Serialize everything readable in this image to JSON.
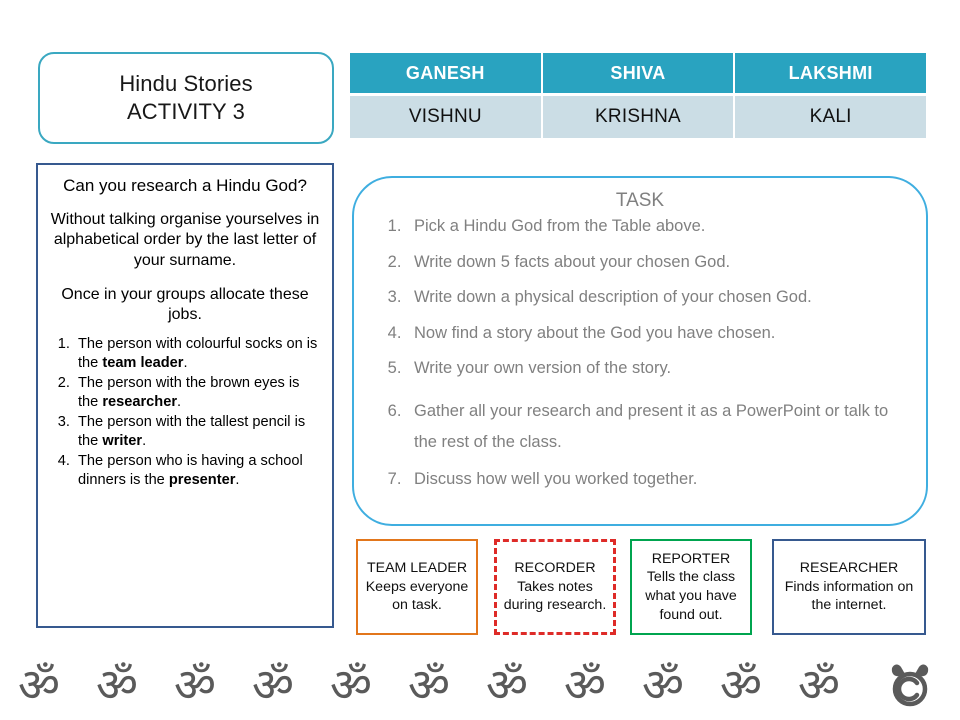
{
  "title_box": {
    "line1": "Hindu Stories",
    "line2": "ACTIVITY 3"
  },
  "gods_table": {
    "header": [
      "GANESH",
      "SHIVA",
      "LAKSHMI"
    ],
    "row": [
      "VISHNU",
      "KRISHNA",
      "KALI"
    ]
  },
  "left_panel": {
    "question": "Can you research a Hindu God?",
    "paragraph1": "Without talking organise yourselves in alphabetical order by the last letter of your surname.",
    "paragraph2": "Once in your groups allocate these jobs.",
    "jobs": [
      {
        "pre": "The person with colourful socks on is the ",
        "bold": "team leader",
        "post": "."
      },
      {
        "pre": "The person with the brown eyes is the ",
        "bold": "researcher",
        "post": "."
      },
      {
        "pre": "The person with the tallest pencil is the ",
        "bold": "writer",
        "post": "."
      },
      {
        "pre": "The person who is having a school dinners is the ",
        "bold": "presenter",
        "post": "."
      }
    ]
  },
  "task_panel": {
    "title": "TASK",
    "items": [
      "Pick a Hindu God from the Table above.",
      "Write down 5 facts about your chosen God.",
      "Write down a physical description of your chosen God.",
      "Now find a story about the God you have chosen.",
      "Write your own version of the story.",
      "Gather all your research and present it as a PowerPoint or talk to the rest of the class.",
      "Discuss how well you worked together."
    ]
  },
  "roles": [
    {
      "title": "TEAM LEADER",
      "desc": "Keeps everyone on task.",
      "color": "#E2761B"
    },
    {
      "title": "RECORDER",
      "desc": "Takes notes during research.",
      "color": "#DE2B28"
    },
    {
      "title": "REPORTER",
      "desc": "Tells the class what you have found out.",
      "color": "#00A44F"
    },
    {
      "title": "RESEARCHER",
      "desc": "Finds information on the internet.",
      "color": "#36598F"
    }
  ],
  "footer": {
    "om_symbol": "ॐ",
    "om_count": 11,
    "copyright_icon": "copyright-moose-icon"
  },
  "colors": {
    "table_header": "#29A3C0",
    "table_body": "#CBDDE5",
    "title_border": "#3AA8C1",
    "task_border": "#3FAEE0",
    "task_text": "#808080",
    "navy": "#36598F"
  }
}
